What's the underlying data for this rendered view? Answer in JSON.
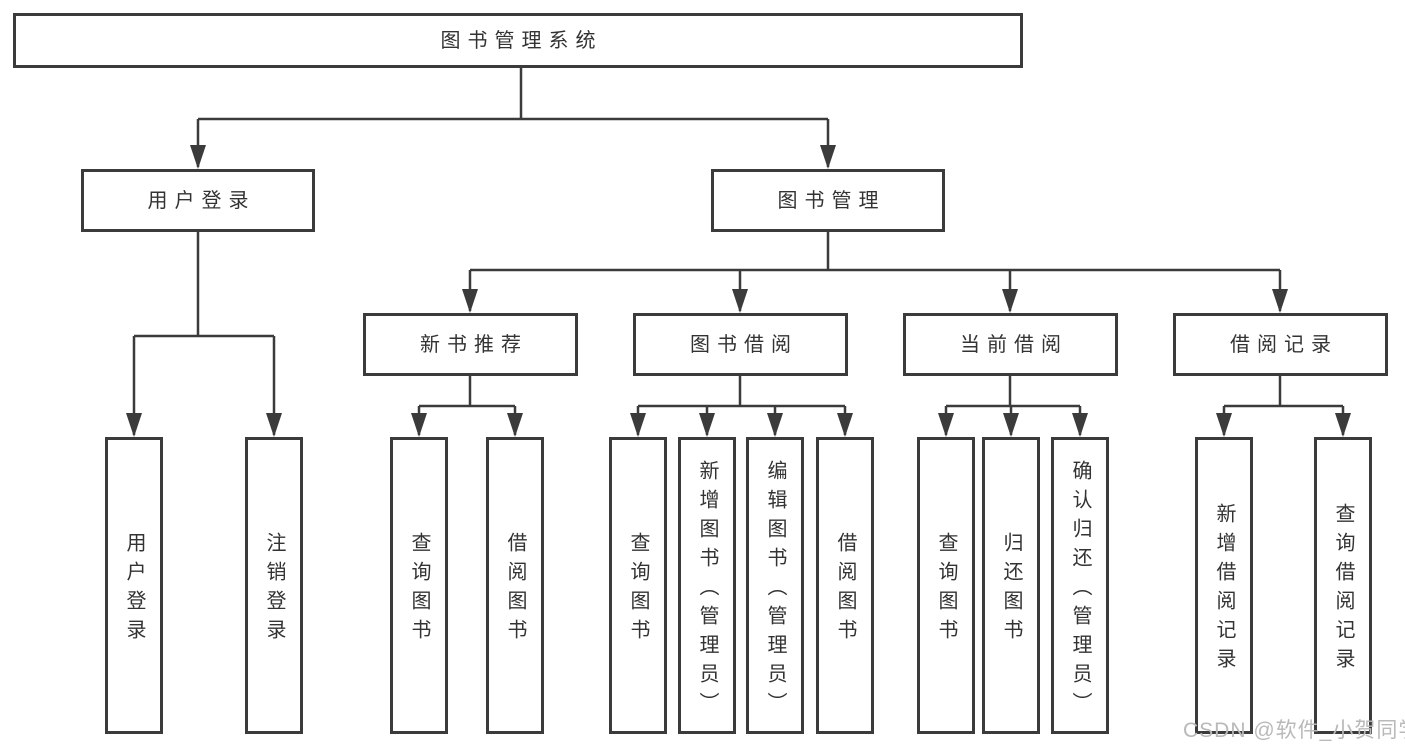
{
  "diagram": {
    "tree": {
      "label": "图书管理系统",
      "children": [
        {
          "label": "用户登录",
          "children": [
            {
              "label": "用户登录"
            },
            {
              "label": "注销登录"
            }
          ]
        },
        {
          "label": "图书管理",
          "children": [
            {
              "label": "新书推荐",
              "children": [
                {
                  "label": "查询图书"
                },
                {
                  "label": "借阅图书"
                }
              ]
            },
            {
              "label": "图书借阅",
              "children": [
                {
                  "label": "查询图书"
                },
                {
                  "label": "新增图书（管理员）"
                },
                {
                  "label": "编辑图书（管理员）"
                },
                {
                  "label": "借阅图书"
                }
              ]
            },
            {
              "label": "当前借阅",
              "children": [
                {
                  "label": "查询图书"
                },
                {
                  "label": "归还图书"
                },
                {
                  "label": "确认归还（管理员）"
                }
              ]
            },
            {
              "label": "借阅记录",
              "children": [
                {
                  "label": "新增借阅记录"
                },
                {
                  "label": "查询借阅记录"
                }
              ]
            }
          ]
        }
      ]
    },
    "colors": {
      "line": "#3b3b3b",
      "text": "#333333",
      "background": "#ffffff",
      "watermark": "#b9b9b9"
    }
  },
  "watermark": {
    "text": "CSDN @软件_小贺同学"
  }
}
